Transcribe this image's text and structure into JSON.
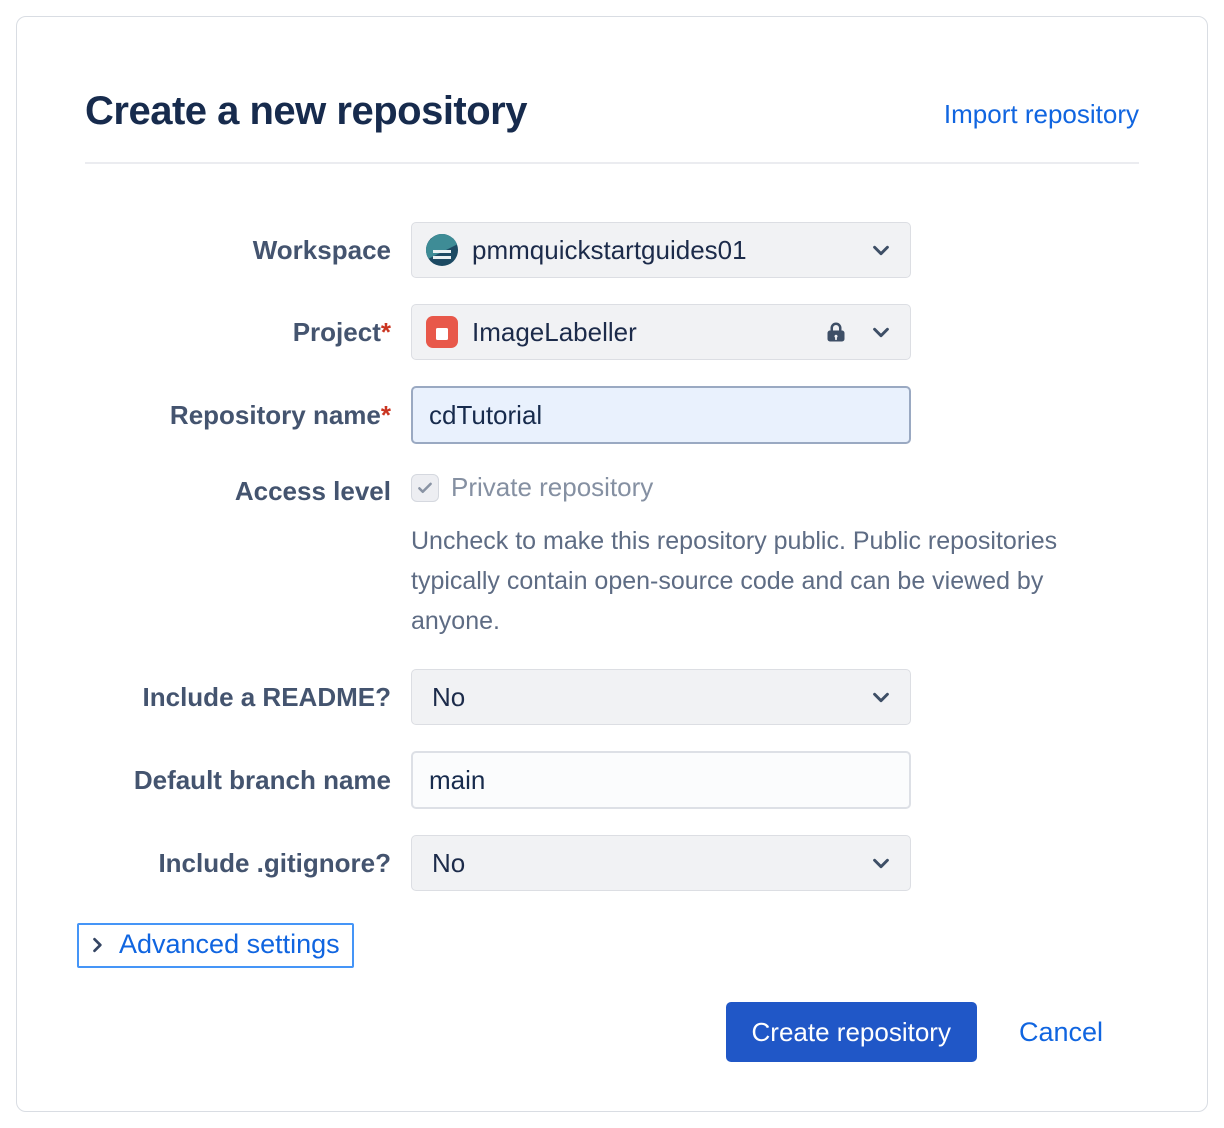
{
  "dialog": {
    "title": "Create a new repository",
    "import_link_label": "Import repository"
  },
  "form": {
    "workspace": {
      "label": "Workspace",
      "value": "pmmquickstartguides01"
    },
    "project": {
      "label": "Project",
      "required_mark": "*",
      "value": "ImageLabeller"
    },
    "repository_name": {
      "label": "Repository name",
      "required_mark": "*",
      "value": "cdTutorial"
    },
    "access_level": {
      "label": "Access level",
      "checkbox_label": "Private repository",
      "checkbox_checked": true,
      "help_text": "Uncheck to make this repository public. Public repositories typically contain open-source code and can be viewed by anyone."
    },
    "include_readme": {
      "label": "Include a README?",
      "value": "No"
    },
    "default_branch": {
      "label": "Default branch name",
      "value": "main"
    },
    "include_gitignore": {
      "label": "Include .gitignore?",
      "value": "No"
    }
  },
  "advanced_settings": {
    "label": "Advanced settings"
  },
  "footer": {
    "create_label": "Create repository",
    "cancel_label": "Cancel"
  },
  "colors": {
    "title_navy": "#172b4d",
    "link_blue": "#1065e0",
    "primary_button_blue": "#2057c7",
    "required_red": "#ca3521",
    "label_gray": "#44546f",
    "select_bg": "#f1f2f4",
    "focused_input_bg": "#e9f1fd",
    "focus_ring_blue": "#4595f7",
    "project_icon_red": "#e8584a"
  }
}
